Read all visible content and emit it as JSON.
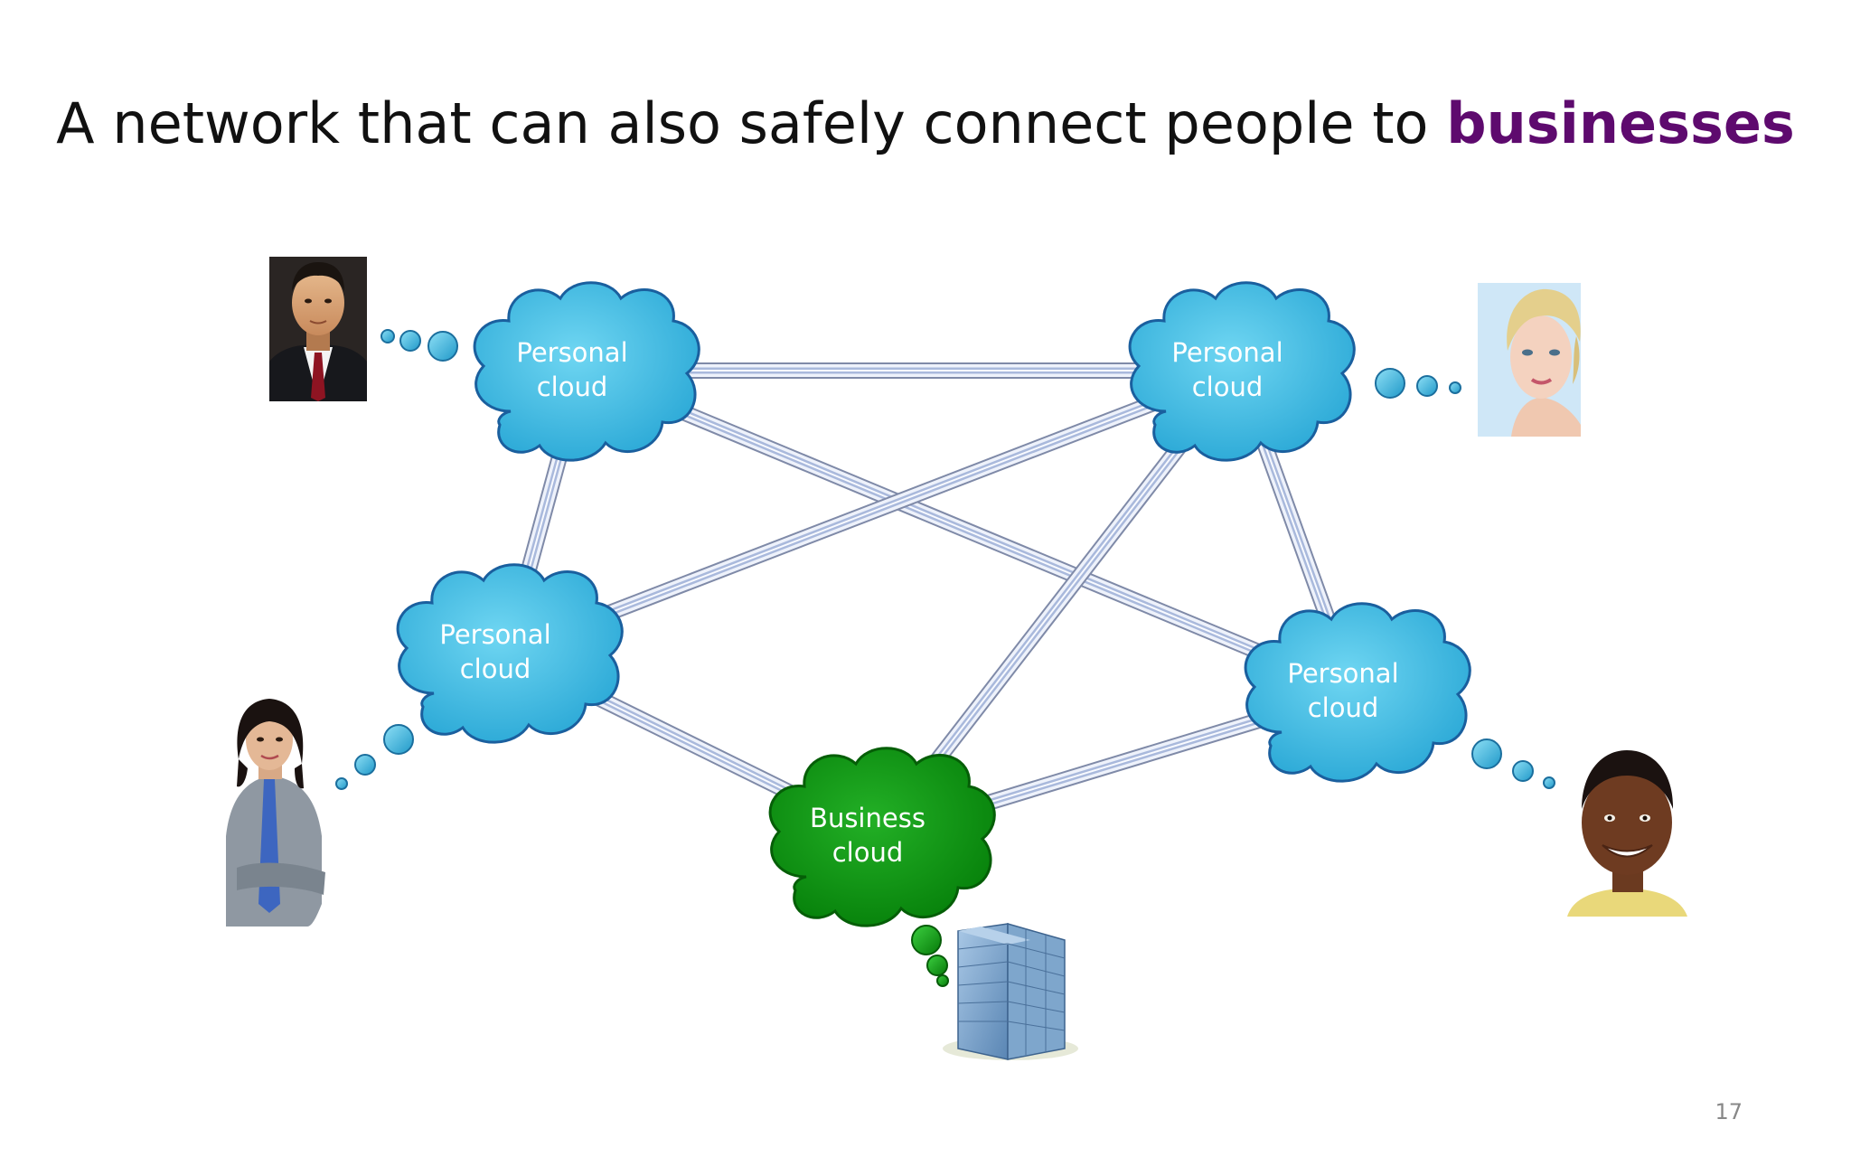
{
  "slide": {
    "title_prefix": "A network that can also safely connect people to ",
    "title_accent": "businesses",
    "page_number": "17"
  },
  "colors": {
    "accent": "#5e0a6e",
    "personal_cloud": "#3fc0e4",
    "business_cloud": "#0d9410",
    "pipe": "#a9b9dc"
  },
  "clouds": [
    {
      "id": "top-left",
      "kind": "personal",
      "line1": "Personal",
      "line2": "cloud"
    },
    {
      "id": "top-right",
      "kind": "personal",
      "line1": "Personal",
      "line2": "cloud"
    },
    {
      "id": "mid-left",
      "kind": "personal",
      "line1": "Personal",
      "line2": "cloud"
    },
    {
      "id": "mid-right",
      "kind": "personal",
      "line1": "Personal",
      "line2": "cloud"
    },
    {
      "id": "bottom",
      "kind": "business",
      "line1": "Business",
      "line2": "cloud"
    }
  ],
  "connections": [
    [
      "top-left",
      "top-right"
    ],
    [
      "top-left",
      "mid-left"
    ],
    [
      "top-left",
      "mid-right"
    ],
    [
      "top-right",
      "mid-left"
    ],
    [
      "top-right",
      "mid-right"
    ],
    [
      "top-right",
      "bottom"
    ],
    [
      "mid-left",
      "bottom"
    ],
    [
      "mid-right",
      "bottom"
    ]
  ],
  "images": [
    "man-in-suit-photo",
    "blonde-woman-photo",
    "businesswoman-photo",
    "smiling-boy-photo",
    "office-building-icon"
  ]
}
